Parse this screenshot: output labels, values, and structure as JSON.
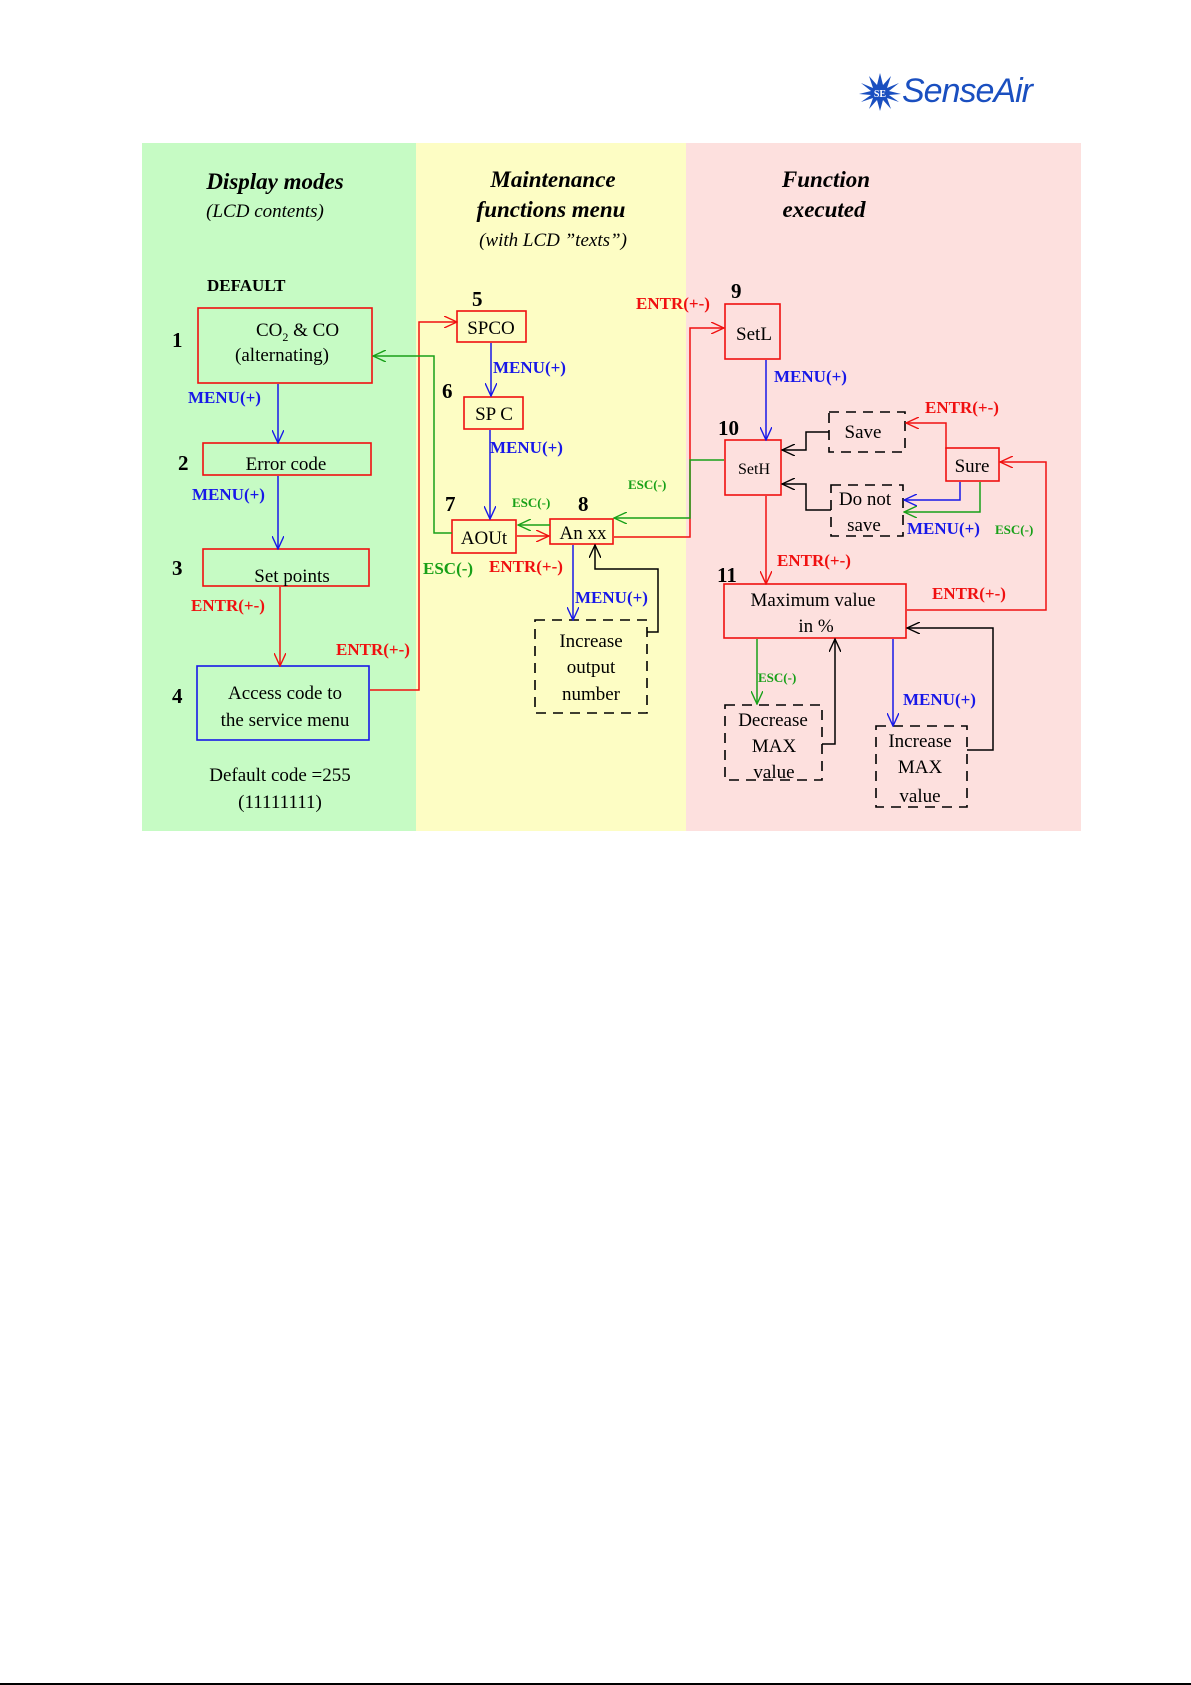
{
  "brand": {
    "name": "SenseAir",
    "mark_text": "SE",
    "color": "#1a4fc0"
  },
  "columns": {
    "display": {
      "title": "Display modes",
      "subtitle": "(LCD contents)",
      "bg": "#c6fbc4"
    },
    "maintenance": {
      "title_line1": "Maintenance",
      "title_line2": "functions menu",
      "subtitle": "(with LCD ”texts”)",
      "bg": "#fdfdc4"
    },
    "function": {
      "title_line1": "Function",
      "title_line2": "executed",
      "bg": "#fde0de"
    }
  },
  "labels": {
    "default": "DEFAULT",
    "default_code_1": "Default code =255",
    "default_code_2": "(11111111)"
  },
  "numbers": [
    "1",
    "2",
    "3",
    "4",
    "5",
    "6",
    "7",
    "8",
    "9",
    "10",
    "11"
  ],
  "boxes": {
    "co2_line1_a": "CO",
    "co2_sub": "2",
    "co2_line1_b": " & CO",
    "co2_line2": "(alternating)",
    "error_code": "Error code",
    "set_points": "Set points",
    "access_1": "Access code to",
    "access_2": "the service menu",
    "spco": "SPCO",
    "spc": "SP C",
    "aout": "AOUt",
    "anxx": "An xx",
    "inc_out_1": "Increase",
    "inc_out_2": "output",
    "inc_out_3": "number",
    "setl": "SetL",
    "seth": "SetH",
    "save": "Save",
    "donot_1": "Do not",
    "donot_2": "save",
    "sure": "Sure",
    "max_1": "Maximum value",
    "max_2": "in %",
    "dec_1": "Decrease",
    "dec_2": "MAX",
    "dec_3": "value",
    "inc_1": "Increase",
    "inc_2": "MAX",
    "inc_3": "value"
  },
  "keys": {
    "menu": "MENU(+)",
    "entr": "ENTR(+-)",
    "esc": "ESC(-)"
  },
  "colors": {
    "red": "#f01010",
    "blue": "#1818e8",
    "green": "#18a018",
    "black": "#000000"
  }
}
